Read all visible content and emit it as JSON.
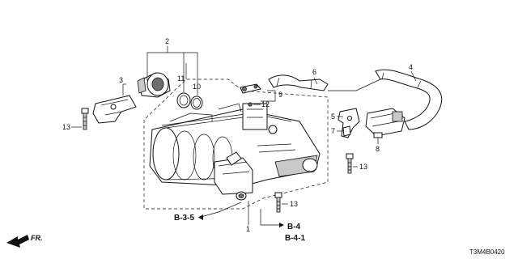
{
  "callouts": {
    "c1": "1",
    "c2": "2",
    "c3": "3",
    "c4": "4",
    "c5": "5",
    "c6": "6",
    "c7": "7",
    "c8": "8",
    "c9": "9",
    "c10": "10",
    "c11": "11",
    "c12": "12",
    "c13a": "13",
    "c13b": "13",
    "c13c": "13"
  },
  "references": {
    "b35": "B-3-5",
    "b4": "B-4",
    "b41": "B-4-1"
  },
  "direction": "FR.",
  "diagram_code": "T3M4B0420"
}
